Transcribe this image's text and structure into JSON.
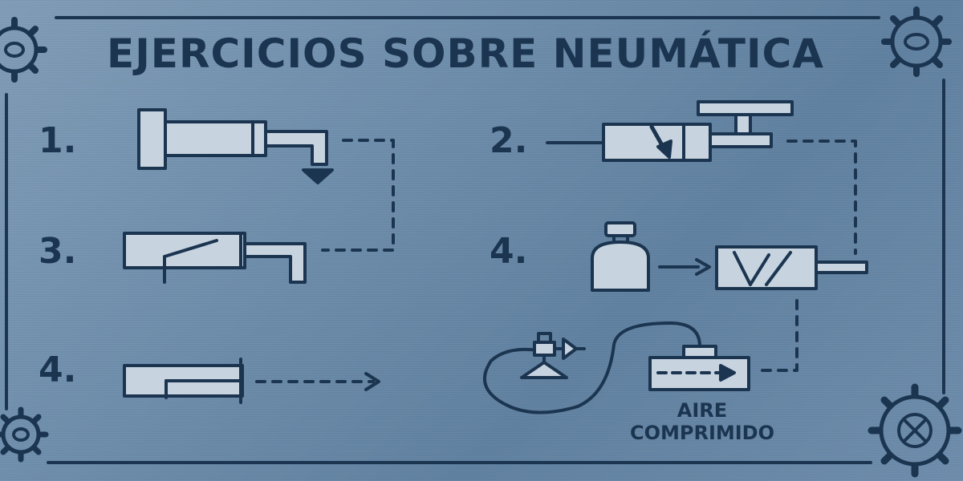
{
  "title": "EJERCICIOS SOBRE NEUMÁTICA",
  "steps": [
    "1.",
    "2.",
    "3.",
    "4.",
    "4."
  ],
  "air_label": "AIRE COMPRIMIDO",
  "icons": [
    "gear-icon",
    "cylinder-icon",
    "valve-icon",
    "air-tank-icon",
    "spray-nozzle-icon"
  ],
  "colors": {
    "ink": "#1b3550",
    "component_fill": "#c7d3df",
    "plate": "#6d8dab"
  }
}
